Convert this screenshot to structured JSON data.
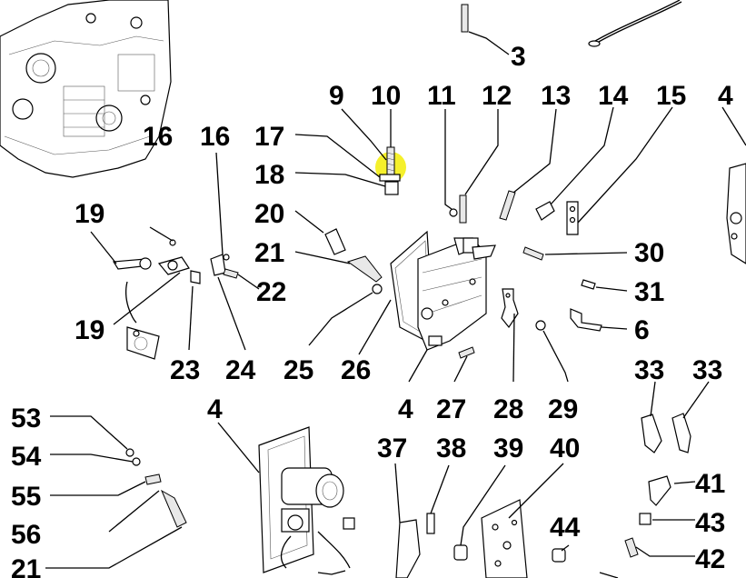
{
  "diagram": {
    "highlight_color": "#f4ef1a",
    "labels": {
      "l3": "3",
      "l4_top": "4",
      "l9": "9",
      "l10": "10",
      "l11": "11",
      "l12": "12",
      "l13": "13",
      "l14": "14",
      "l15": "15",
      "l16a": "16",
      "l16b": "16",
      "l17": "17",
      "l18": "18",
      "l19a": "19",
      "l19b": "19",
      "l20": "20",
      "l21": "21",
      "l22": "22",
      "l23": "23",
      "l24": "24",
      "l25": "25",
      "l26": "26",
      "l4_mid": "4",
      "l27": "27",
      "l28": "28",
      "l29": "29",
      "l30": "30",
      "l31": "31",
      "l6": "6",
      "l33a": "33",
      "l33b": "33",
      "l4_left": "4",
      "l37": "37",
      "l38": "38",
      "l39": "39",
      "l40": "40",
      "l41": "41",
      "l43": "43",
      "l42": "42",
      "l44": "44",
      "l53": "53",
      "l54": "54",
      "l55": "55",
      "l56": "56",
      "l21b": "21"
    }
  }
}
